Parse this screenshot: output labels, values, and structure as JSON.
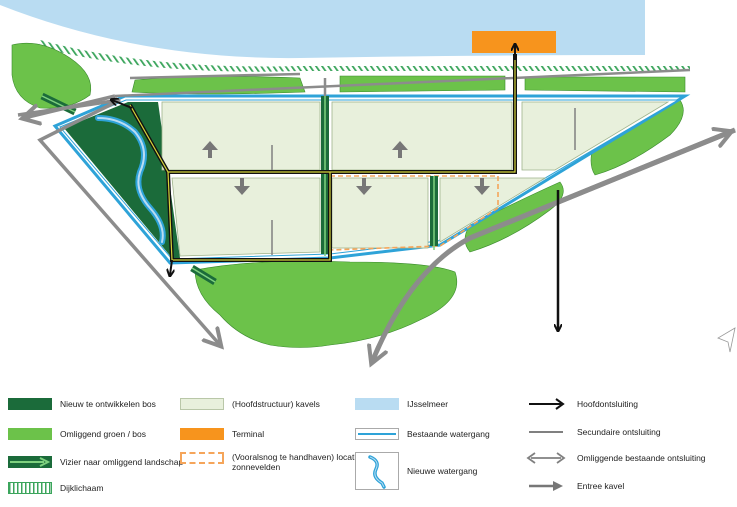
{
  "colors": {
    "bos": "#1b6b3a",
    "groen": "#6cc24a",
    "kavel": "#e8f0dc",
    "terminal": "#f7941d",
    "ijsselmeer": "#b9dcf2",
    "watergang": "#2ea3d8",
    "zon": "#f5a55a",
    "hoofd": "#111111",
    "secundair": "#808080"
  },
  "legend": {
    "col1": [
      {
        "key": "bos",
        "label": "Nieuw te ontwikkelen bos"
      },
      {
        "key": "groen",
        "label": "Omliggend groen / bos"
      },
      {
        "key": "vizier",
        "label": "Vizier naar omliggend landschap"
      },
      {
        "key": "dijk",
        "label": "Dijklichaam"
      }
    ],
    "col2": [
      {
        "key": "kavel",
        "label": "(Hoofdstructuur) kavels"
      },
      {
        "key": "terminal",
        "label": "Terminal"
      },
      {
        "key": "zon",
        "label": "(Vooralsnog te handhaven) locatie met zonnevelden"
      }
    ],
    "col3": [
      {
        "key": "ijssel",
        "label": "IJsselmeer"
      },
      {
        "key": "water",
        "label": "Bestaande watergang"
      },
      {
        "key": "nieuw",
        "label": "Nieuwe watergang"
      }
    ],
    "col4": [
      {
        "key": "hoofd",
        "label": "Hoofdontsluiting"
      },
      {
        "key": "secundair",
        "label": "Secundaire ontsluiting"
      },
      {
        "key": "bestaand",
        "label": "Omliggende bestaande ontsluiting"
      },
      {
        "key": "entree",
        "label": "Entree kavel"
      }
    ]
  }
}
